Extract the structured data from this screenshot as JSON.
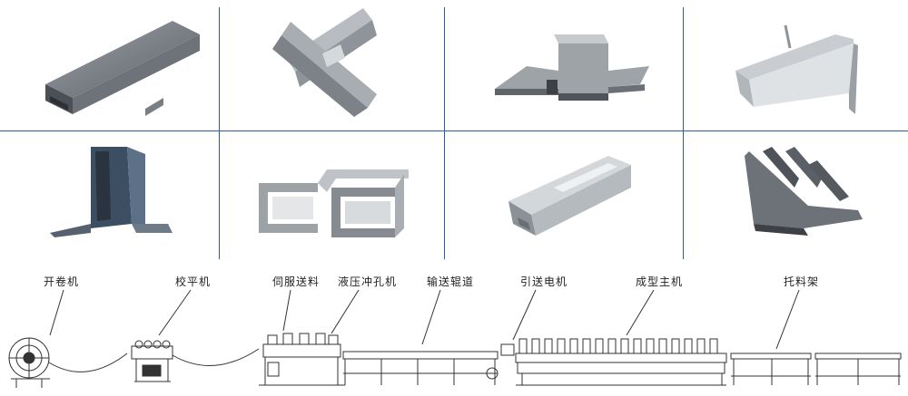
{
  "profiles": [
    {
      "name": "profile-c-channel-flat-long"
    },
    {
      "name": "profile-double-c-channels-crossed"
    },
    {
      "name": "profile-hat-channel-with-flanges"
    },
    {
      "name": "profile-z-angle-sheet"
    },
    {
      "name": "profile-folded-u-vertical"
    },
    {
      "name": "profile-two-c-channels-lipped"
    },
    {
      "name": "profile-galvanized-lipped-channel"
    },
    {
      "name": "profile-double-u-ribbed"
    }
  ],
  "production_line": {
    "stations": [
      {
        "label": "开卷机"
      },
      {
        "label": "校平机"
      },
      {
        "label": "伺服送料"
      },
      {
        "label": "液压冲孔机"
      },
      {
        "label": "输送辊道"
      },
      {
        "label": "引送电机"
      },
      {
        "label": "成型主机"
      },
      {
        "label": "托料架"
      }
    ]
  },
  "colors": {
    "grid_line": "#2f5aa8",
    "steel_light": "#c9ccd0",
    "steel_dark": "#5e6369"
  }
}
